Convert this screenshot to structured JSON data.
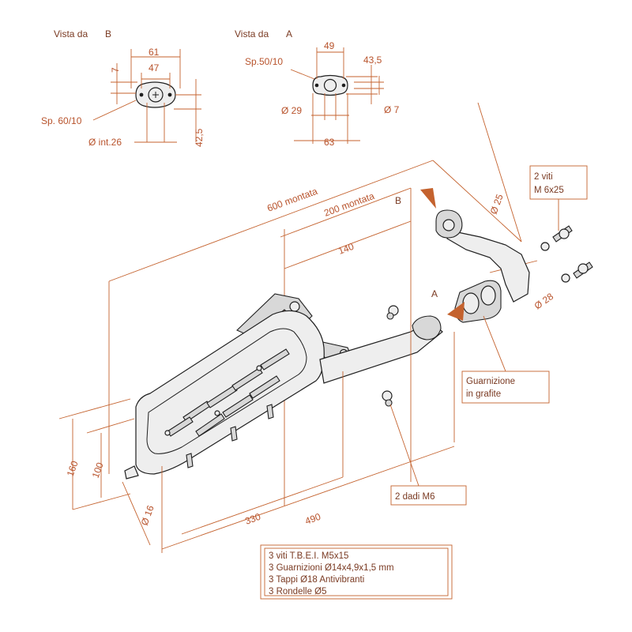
{
  "colors": {
    "dimension": "#c4622e",
    "text": "#7a3a22",
    "part": "#1f1f1f"
  },
  "view_b": {
    "title": "Vista da",
    "letter": "B",
    "dim_61": "61",
    "dim_47": "47",
    "dim_7": "7",
    "thickness": "Sp. 60/10",
    "inner_diameter": "Ø int.26",
    "dim_42_5": "42,5"
  },
  "view_a": {
    "title": "Vista da",
    "letter": "A",
    "thickness": "Sp.50/10",
    "dim_49": "49",
    "dim_43_5": "43,5",
    "dim_29": "Ø 29",
    "dim_7": "Ø 7",
    "dim_63": "63"
  },
  "main": {
    "len_600": "600 montata",
    "len_200": "200 montata",
    "len_140": "140",
    "letter_b": "B",
    "letter_a": "A",
    "dia_25": "Ø 25",
    "dia_28": "Ø 28",
    "dim_160": "160",
    "dim_100": "100",
    "dia_16": "Ø 16",
    "dim_330": "330",
    "dim_490": "490"
  },
  "callouts": {
    "screws": [
      "2 viti",
      "M 6x25"
    ],
    "gasket": [
      "Guarnizione",
      "in grafite"
    ],
    "nuts": "2 dadi M6",
    "kit": [
      "3 viti T.B.E.I. M5x15",
      "3 Guarnizioni Ø14x4,9x1,5 mm",
      "3 Tappi Ø18 Antivibranti",
      "3 Rondelle Ø5"
    ]
  }
}
